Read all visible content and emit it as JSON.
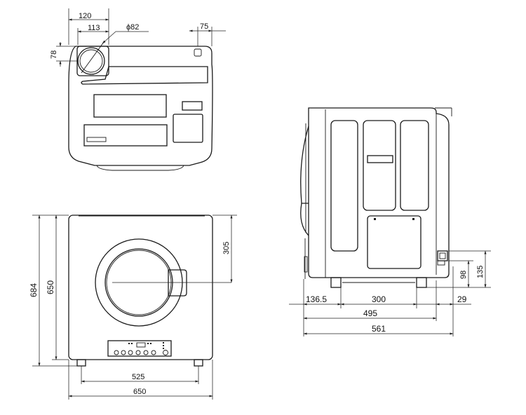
{
  "top_view": {
    "dim_vent_offset_outer": "120",
    "dim_vent_offset_inner": "113",
    "dim_vent_diameter": "ϕ82",
    "dim_corner_right": "75",
    "dim_vent_depth": "78"
  },
  "front_view": {
    "dim_total_height": "684",
    "dim_body_height": "650",
    "dim_door_center": "305",
    "dim_foot_span": "525",
    "dim_width": "650"
  },
  "side_view": {
    "dim_front_overhang": "136.5",
    "dim_foot_spacing": "300",
    "dim_rear_offset": "29",
    "dim_body_depth": "495",
    "dim_total_depth": "561",
    "dim_rear_port_height": "98",
    "dim_rear_port_top": "135"
  }
}
